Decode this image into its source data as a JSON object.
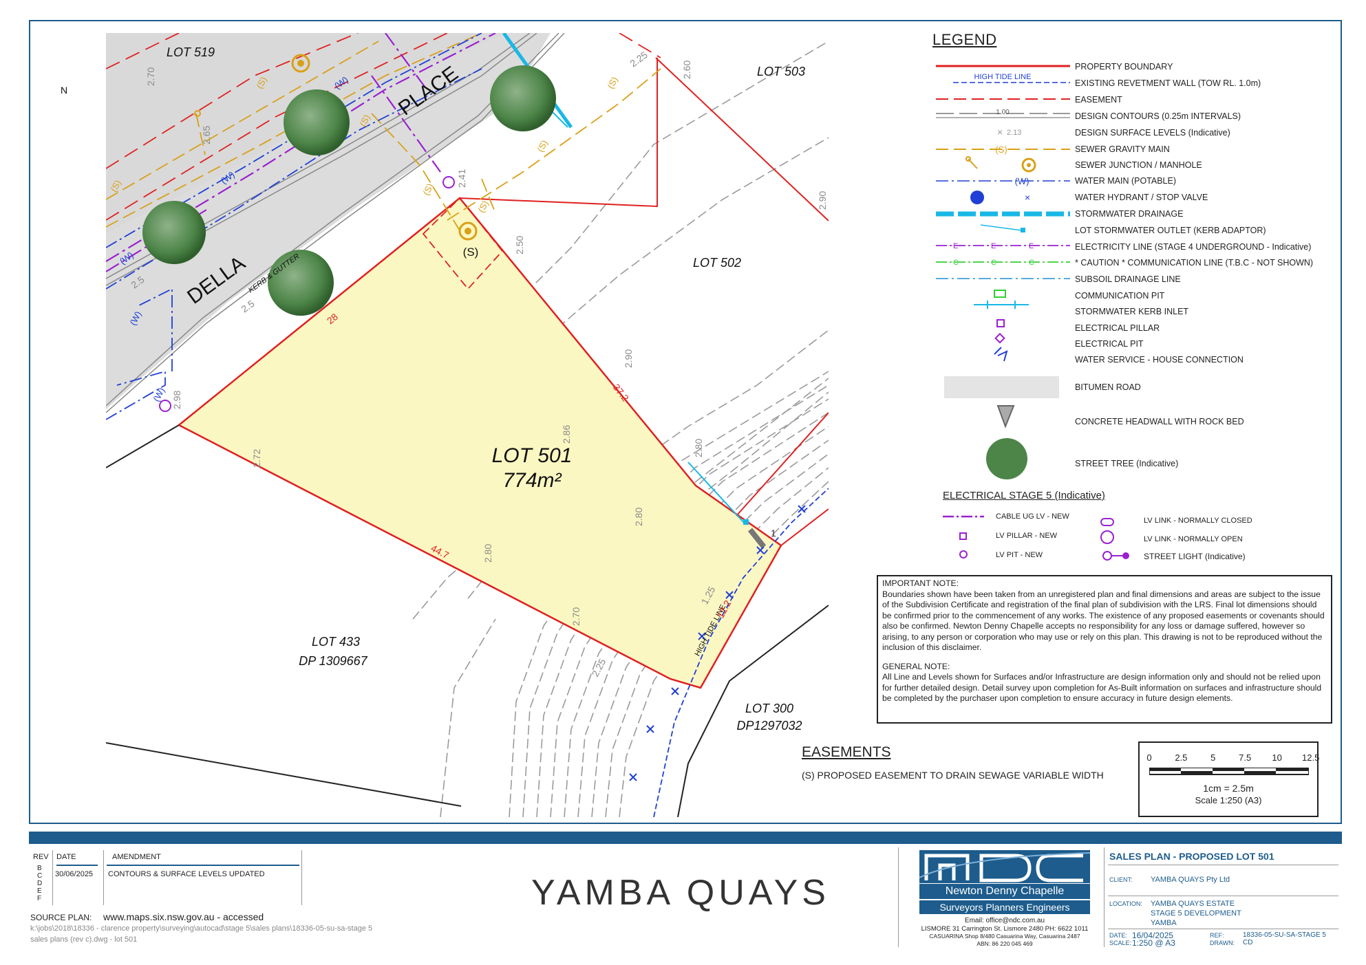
{
  "lots": {
    "lot519": "LOT 519",
    "lot503": "LOT 503",
    "lot502": "LOT 502",
    "lot501": "LOT 501",
    "lot501_area": "774m²",
    "lot433": "LOT 433",
    "lot433_dp": "DP 1309667",
    "lot300": "LOT 300",
    "lot300_dp": "DP1297032"
  },
  "streets": {
    "della": "DELLA",
    "place": "PLACE",
    "kerb": "KERB & GUTTER"
  },
  "labels": {
    "north": "N",
    "easement_s": "(S)",
    "s_tag": "(S)",
    "w_tag": "(W)",
    "high_tide": "HIGH TIDE LINE"
  },
  "dimensions": {
    "d28": "28",
    "d37_2": "37.2",
    "d44_7": "44.7",
    "d12_2": "12.2",
    "d1": "1"
  },
  "levels": {
    "l2_70": "2.70",
    "l2_65": "2.65",
    "l2_41": "2.41",
    "l2_25a": "2.25",
    "l2_60": "2.60",
    "l2_90a": "2.90",
    "l2_50": "2.50",
    "l2_90b": "2.90",
    "l2_80a": "2.80",
    "l2_86": "2.86",
    "l2_72": "2.72",
    "l2_80b": "2.80",
    "l2_80c": "2.80",
    "l2_70b": "2.70",
    "l2_25b": "2.25",
    "l1_25": "1.25",
    "l2_5a": "2.5",
    "l2_5b": "2.5",
    "l2_98": "2.98"
  },
  "legend": {
    "title": "LEGEND",
    "high_tide_line": "HIGH TIDE LINE",
    "contour_sample": "1.00",
    "level_sample": "2.13",
    "items": [
      "PROPERTY BOUNDARY",
      "EXISTING REVETMENT WALL (TOW RL. 1.0m)",
      "EASEMENT",
      "DESIGN CONTOURS (0.25m INTERVALS)",
      "DESIGN SURFACE LEVELS (Indicative)",
      "SEWER GRAVITY MAIN",
      "SEWER JUNCTION / MANHOLE",
      "WATER MAIN (POTABLE)",
      "WATER HYDRANT / STOP VALVE",
      "STORMWATER DRAINAGE",
      "LOT STORMWATER OUTLET (KERB ADAPTOR)",
      "ELECTRICITY LINE (STAGE 4 UNDERGROUND - Indicative)",
      "* CAUTION * COMMUNICATION LINE (T.B.C - NOT SHOWN)",
      "SUBSOIL DRAINAGE LINE",
      "COMMUNICATION PIT",
      "STORMWATER KERB INLET",
      "ELECTRICAL PILLAR",
      "ELECTRICAL PIT",
      "WATER SERVICE - HOUSE CONNECTION"
    ],
    "bitumen": "BITUMEN ROAD",
    "headwall": "CONCRETE HEADWALL WITH ROCK BED",
    "street_tree": "STREET TREE (Indicative)",
    "electrical_title": "ELECTRICAL STAGE 5 (Indicative)",
    "elec_items": {
      "cable": "CABLE UG LV - NEW",
      "pillar": "LV PILLAR - NEW",
      "pit": "LV PIT - NEW",
      "closed": "LV LINK - NORMALLY CLOSED",
      "open": "LV LINK - NORMALLY OPEN",
      "light": "STREET LIGHT (Indicative)"
    },
    "s_tag": "(S)",
    "w_tag": "(W)",
    "e_tag": "E",
    "c_tag": "C"
  },
  "notes": {
    "important_title": "IMPORTANT NOTE:",
    "important_body": "Boundaries shown have been taken from an unregistered plan and final dimensions and areas are subject to the issue of the Subdivision Certificate and registration of the final plan of subdivision with the LRS. Final lot dimensions should be confirmed prior to the commencement of any works. The existence of any proposed easements or covenants should also be confirmed. Newton Denny Chapelle accepts no responsibility for any loss or damage suffered, however so arising, to any person or corporation who may use or rely on this plan.  This drawing is not to be reproduced without the inclusion of this disclaimer.",
    "general_title": "GENERAL NOTE:",
    "general_body": "All Line and Levels shown for Surfaces and/or Infrastructure are design information only and should not be relied upon for further detailed design.  Detail survey upon completion for As-Built information on surfaces and infrastructure should be completed by the purchaser upon completion to ensure accuracy in future design elements."
  },
  "easements": {
    "title": "EASEMENTS",
    "text": "(S)  PROPOSED EASEMENT TO DRAIN SEWAGE VARIABLE WIDTH"
  },
  "scale": {
    "ticks": [
      "0",
      "2.5",
      "5",
      "7.5",
      "10",
      "12.5"
    ],
    "ratio": "1cm = 2.5m",
    "scale": "Scale 1:250 (A3)"
  },
  "titleblock": {
    "rev_label": "REV",
    "rev_letters": [
      "B",
      "C",
      "D",
      "E",
      "F"
    ],
    "date_label": "DATE",
    "date_value": "30/06/2025",
    "amendment_label": "AMENDMENT",
    "amendment_value": "CONTOURS & SURFACE LEVELS UPDATED",
    "source_label": "SOURCE PLAN:",
    "source_url": "www.maps.six.nsw.gov.au - accessed",
    "file_path_1": "k:\\jobs\\2018\\18336 - clarence property\\surveying\\autocad\\stage 5\\sales plans\\18336-05-su-sa-stage 5",
    "file_path_2": "sales plans (rev c).dwg - lot 501",
    "project_name": "YAMBA QUAYS",
    "company_name": "Newton Denny Chapelle",
    "company_sub": "Surveyors Planners Engineers",
    "company_email": "Email: office@ndc.com.au",
    "company_lismore": "LISMORE 31 Carrington St. Lismore 2480 PH: 6622 1011",
    "company_casuarina": "CASUARINA Shop 8/480 Casuarina Way, Casuarina 2487",
    "company_abn": "ABN: 86 220 045 469",
    "sheet_title": "SALES PLAN - PROPOSED LOT 501",
    "client_label": "CLIENT:",
    "client_value": "YAMBA QUAYS Pty Ltd",
    "location_label": "LOCATION:",
    "location_1": "YAMBA QUAYS ESTATE",
    "location_2": "STAGE 5 DEVELOPMENT",
    "location_3": "YAMBA",
    "date_label2": "DATE:",
    "date_value2": "16/04/2025",
    "scale_label": "SCALE:",
    "scale_value": "1:250 @ A3",
    "ref_label": "REF:",
    "ref_value": "18336-05-SU-SA-STAGE 5",
    "drawn_label": "DRAWN:",
    "drawn_value": "CD"
  },
  "colors": {
    "boundary": "#e02020",
    "lot_fill": "#fbf7c2",
    "road": "#d9d9d9",
    "sewer": "#d9a017",
    "water": "#1f3fd6",
    "electric": "#9a20d0",
    "comms": "#30d030",
    "stormwater": "#18b8e6",
    "contour": "#9a9a9a",
    "brand": "#1d5c8c"
  }
}
